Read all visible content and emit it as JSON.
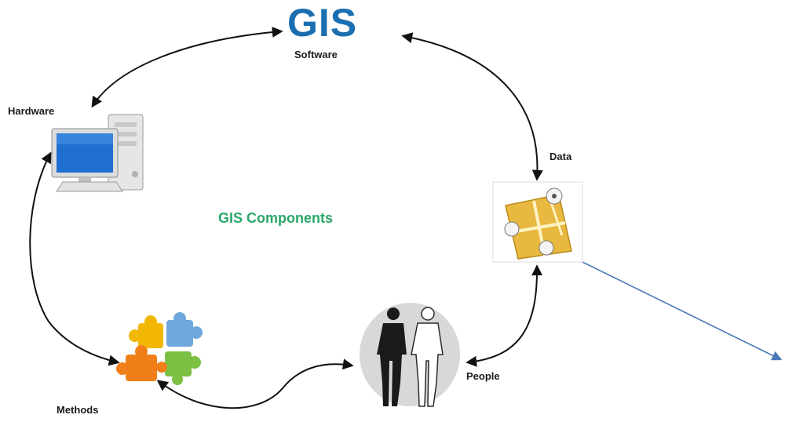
{
  "logo": {
    "text": "GIS",
    "color": "#1a6fb0"
  },
  "center_title": {
    "text": "GIS Components",
    "color": "#2aa86a"
  },
  "components": [
    {
      "id": "software",
      "label": "Software",
      "icon": "gis-logo"
    },
    {
      "id": "hardware",
      "label": "Hardware",
      "icon": "desktop-computer-icon"
    },
    {
      "id": "data",
      "label": "Data",
      "icon": "map-icon"
    },
    {
      "id": "people",
      "label": "People",
      "icon": "people-silhouette-icon"
    },
    {
      "id": "methods",
      "label": "Methods",
      "icon": "puzzle-pieces-icon"
    }
  ],
  "colors": {
    "cycle_arrow": "#111111",
    "callout_arrow": "#4a78b8",
    "monitor_screen": "#1e6fd0",
    "puzzle": [
      "#f2b705",
      "#6fa8dc",
      "#7bc043",
      "#f07f1a"
    ],
    "map_fill": "#e9b840"
  }
}
